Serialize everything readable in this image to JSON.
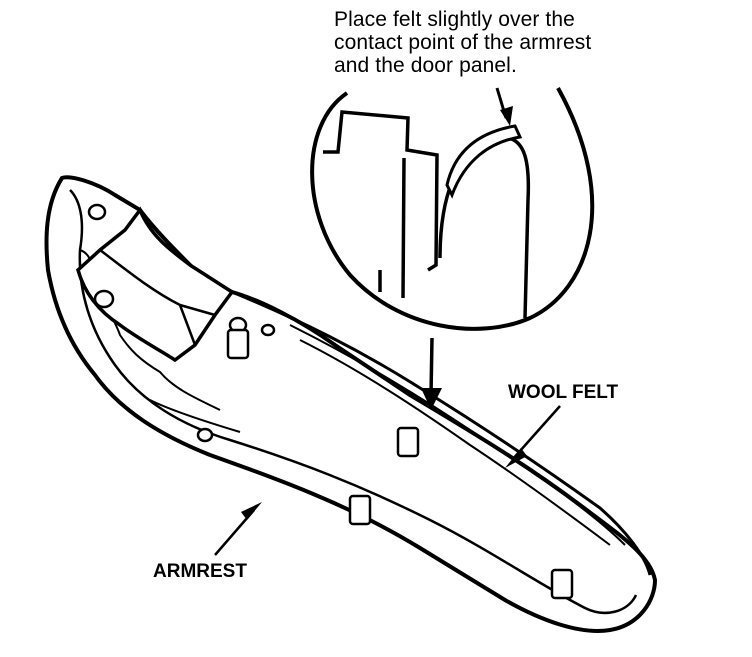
{
  "callout": {
    "lines": [
      "Place felt slightly over the",
      "contact point of the armrest",
      "and the door panel."
    ]
  },
  "labels": {
    "wool_felt": "WOOL FELT",
    "armrest": "ARMREST"
  },
  "colors": {
    "ink": "#000000",
    "paper": "#ffffff"
  }
}
